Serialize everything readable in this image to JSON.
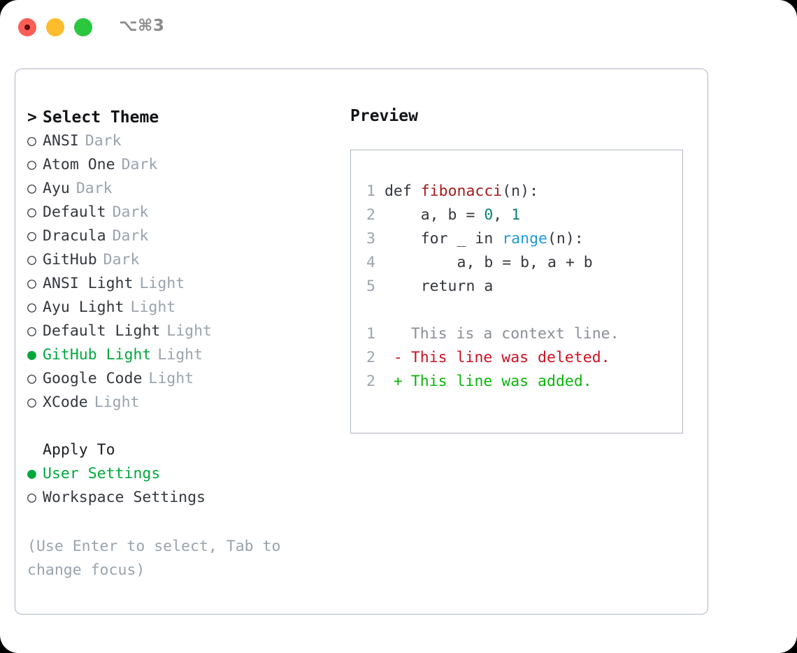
{
  "titlebar": {
    "shortcut": "⌥⌘3",
    "buttons": [
      {
        "name": "close",
        "color": "#fc5d57"
      },
      {
        "name": "minimize",
        "color": "#fdbc2e"
      },
      {
        "name": "maximize",
        "color": "#2bc73f"
      }
    ]
  },
  "theme_list": {
    "header_marker": ">",
    "header_label": "Select Theme",
    "unselected_marker": "○",
    "selected_marker": "●",
    "items": [
      {
        "name": "ANSI",
        "category": "Dark",
        "selected": false
      },
      {
        "name": "Atom One",
        "category": "Dark",
        "selected": false
      },
      {
        "name": "Ayu",
        "category": "Dark",
        "selected": false
      },
      {
        "name": "Default",
        "category": "Dark",
        "selected": false
      },
      {
        "name": "Dracula",
        "category": "Dark",
        "selected": false
      },
      {
        "name": "GitHub",
        "category": "Dark",
        "selected": false
      },
      {
        "name": "ANSI Light",
        "category": "Light",
        "selected": false
      },
      {
        "name": "Ayu Light",
        "category": "Light",
        "selected": false
      },
      {
        "name": "Default Light",
        "category": "Light",
        "selected": false
      },
      {
        "name": "GitHub Light",
        "category": "Light",
        "selected": true
      },
      {
        "name": "Google Code",
        "category": "Light",
        "selected": false
      },
      {
        "name": "XCode",
        "category": "Light",
        "selected": false
      }
    ]
  },
  "apply_to": {
    "label": "Apply To",
    "items": [
      {
        "name": "User Settings",
        "selected": true
      },
      {
        "name": "Workspace Settings",
        "selected": false
      }
    ]
  },
  "hint": "(Use Enter to select, Tab to change focus)",
  "preview": {
    "title": "Preview",
    "code_lines": [
      {
        "no": "1",
        "tokens": [
          {
            "t": "def ",
            "c": "kw"
          },
          {
            "t": "fibonacci",
            "c": "fn"
          },
          {
            "t": "(n):",
            "c": "plain"
          }
        ]
      },
      {
        "no": "2",
        "tokens": [
          {
            "t": "    a, b = ",
            "c": "plain"
          },
          {
            "t": "0",
            "c": "num"
          },
          {
            "t": ", ",
            "c": "plain"
          },
          {
            "t": "1",
            "c": "num"
          }
        ]
      },
      {
        "no": "3",
        "tokens": [
          {
            "t": "    for _ in ",
            "c": "plain"
          },
          {
            "t": "range",
            "c": "builtin"
          },
          {
            "t": "(n):",
            "c": "plain"
          }
        ]
      },
      {
        "no": "4",
        "tokens": [
          {
            "t": "        a, b = b, a + b",
            "c": "plain"
          }
        ]
      },
      {
        "no": "5",
        "tokens": [
          {
            "t": "    return a",
            "c": "plain"
          }
        ]
      }
    ],
    "diff_lines": [
      {
        "no": "1",
        "marker": " ",
        "text": "This is a context line.",
        "kind": "ctx"
      },
      {
        "no": "2",
        "marker": "-",
        "text": "This line was deleted.",
        "kind": "del"
      },
      {
        "no": "2",
        "marker": "+",
        "text": "This line was added.",
        "kind": "add"
      }
    ]
  },
  "colors": {
    "selected_green": "#00a83c",
    "diff_add_green": "#0bb50b",
    "diff_del_red": "#cc1122",
    "muted_grey": "#9aa3ad",
    "border": "#aeb6c2",
    "fn_red": "#a61b1b",
    "num_teal": "#0a7f78",
    "builtin_blue": "#1e9ad6"
  }
}
